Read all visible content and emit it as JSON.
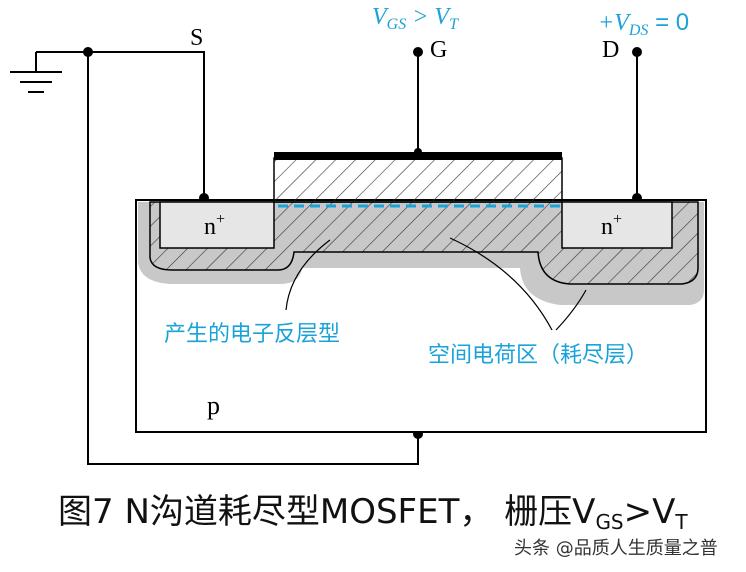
{
  "labels": {
    "source": "S",
    "gate": "G",
    "drain": "D",
    "vgs_v": "V",
    "vgs_sub": "GS",
    "vgs_gt": " > V",
    "vgs_t": "T",
    "vds_prefix": "+V",
    "vds_sub": "DS",
    "vds_value": " = 0",
    "n_plus_left": "n",
    "n_plus_right": "n",
    "plus": "+",
    "p_substrate": "p",
    "inversion_layer": "产生的电子反层型",
    "depletion_region": "空间电荷区（耗尽层）"
  },
  "caption": {
    "prefix": "图7 N沟道耗尽型MOSFET， 栅压V",
    "sub1": "GS",
    "mid": ">V",
    "sub2": "T"
  },
  "watermark": "头条 @品质人生质量之普",
  "colors": {
    "annotation": "#1aa3d8",
    "depletion_gray": "#c8c8c8",
    "n_region": "#e6e6e6"
  }
}
